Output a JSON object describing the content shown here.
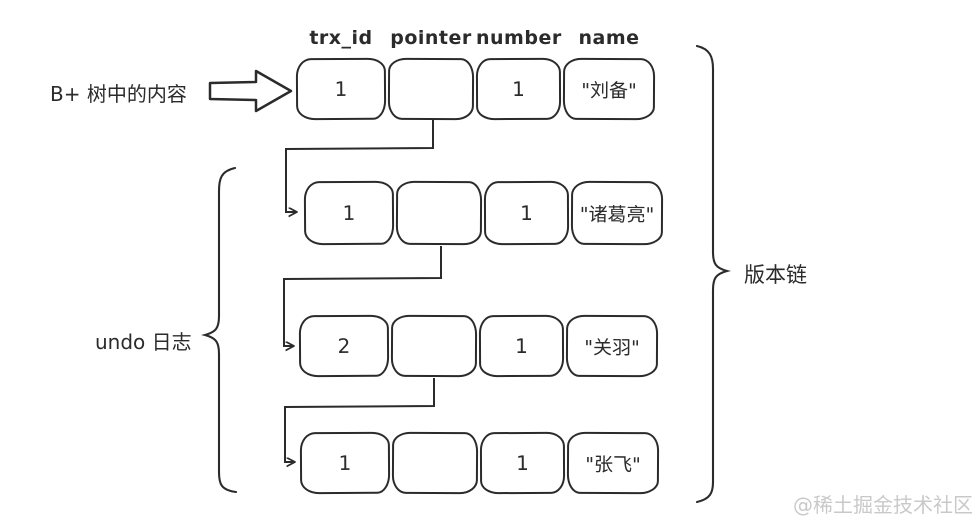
{
  "diagram": {
    "headers": [
      "trx_id",
      "pointer",
      "number",
      "name"
    ],
    "labels": {
      "bplus": "B+ 树中的内容",
      "undo": "undo 日志",
      "version_chain": "版本链"
    },
    "rows": [
      {
        "trx_id": "1",
        "pointer": "",
        "number": "1",
        "name": "\"刘备\""
      },
      {
        "trx_id": "1",
        "pointer": "",
        "number": "1",
        "name": "\"诸葛亮\""
      },
      {
        "trx_id": "2",
        "pointer": "",
        "number": "1",
        "name": "\"关羽\""
      },
      {
        "trx_id": "1",
        "pointer": "",
        "number": "1",
        "name": "\"张飞\""
      }
    ],
    "watermark": "@稀土掘金技术社区",
    "icons": {
      "block_arrow": "right-block-arrow",
      "undo_brace": "curly-brace-left",
      "version_brace": "curly-brace-right",
      "pointer_connectors": "elbow-arrow"
    },
    "colors": {
      "ink": "#2b2b2b",
      "watermark": "#c9c9c9",
      "background": "#ffffff"
    }
  }
}
